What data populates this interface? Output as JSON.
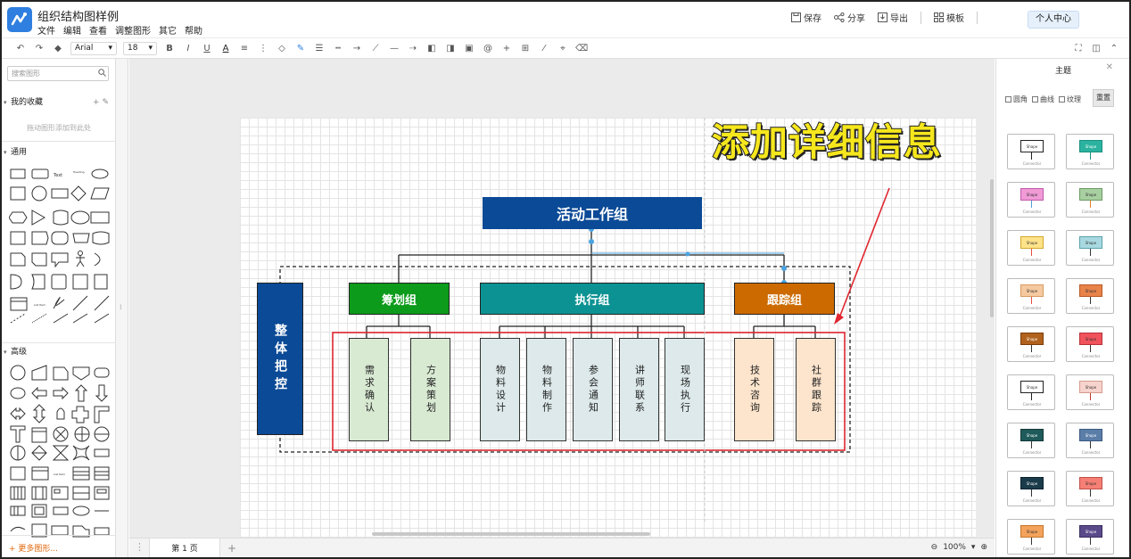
{
  "app": {
    "doc_title": "组织结构图样例",
    "menus": [
      "文件",
      "编辑",
      "查看",
      "调整图形",
      "其它",
      "帮助"
    ],
    "actions": {
      "save": "保存",
      "share": "分享",
      "export": "导出",
      "template": "模板",
      "user": "个人中心"
    }
  },
  "toolbar": {
    "font_family": "Arial",
    "font_size": "18"
  },
  "left_panel": {
    "search_placeholder": "搜索图形",
    "favorites": "我的收藏",
    "favorites_hint": "拖动图形添加到此处",
    "general": "通用",
    "advanced": "高级",
    "more_shapes": "+ 更多图形..."
  },
  "right_panel": {
    "title": "主题",
    "opt_round": "圆角",
    "opt_curve": "曲线",
    "opt_texture": "纹理",
    "reset": "重置",
    "themes": [
      {
        "fill": "#ffffff",
        "stroke": "#222222",
        "line": "#222222"
      },
      {
        "fill": "#2bb3a0",
        "stroke": "#1b8f80",
        "line": "#1b8f80"
      },
      {
        "fill": "#f09ad6",
        "stroke": "#c05aa8",
        "line": "#4a9fd8"
      },
      {
        "fill": "#a8cfa0",
        "stroke": "#6a9a62",
        "line": "#e67e22"
      },
      {
        "fill": "#ffe38a",
        "stroke": "#d2a82e",
        "line": "#e74c3c"
      },
      {
        "fill": "#a9d9e0",
        "stroke": "#5aa2ad",
        "line": "#333333"
      },
      {
        "fill": "#f6c9a0",
        "stroke": "#d79b63",
        "line": "#e74c3c"
      },
      {
        "fill": "#e8834a",
        "stroke": "#b95a23",
        "line": "#333333"
      },
      {
        "fill": "#b0621d",
        "stroke": "#7a3d0a",
        "line": "#333333"
      },
      {
        "fill": "#f0535b",
        "stroke": "#b83038",
        "line": "#333333"
      },
      {
        "fill": "#ffffff",
        "stroke": "#222222",
        "line": "#222222"
      },
      {
        "fill": "#f6d3cc",
        "stroke": "#d69a8d",
        "line": "#c0392b"
      },
      {
        "fill": "#1f5a5a",
        "stroke": "#123838",
        "line": "#333333"
      },
      {
        "fill": "#5a7ea8",
        "stroke": "#3a5a80",
        "line": "#333333"
      },
      {
        "fill": "#1a3b4a",
        "stroke": "#0d2230",
        "line": "#333333"
      },
      {
        "fill": "#f57f75",
        "stroke": "#c0504a",
        "line": "#333333"
      },
      {
        "fill": "#f3a35c",
        "stroke": "#c5762c",
        "line": "#333333"
      },
      {
        "fill": "#5a4a8a",
        "stroke": "#3a2e60",
        "line": "#333333"
      }
    ],
    "theme_shape_label": "Shape",
    "theme_connector_label": "Connector"
  },
  "diagram": {
    "root": "活动工作组",
    "overall": "整体把控",
    "groups": [
      {
        "label": "筹划组",
        "color": "#0c9b1a",
        "children": [
          "需求确认",
          "方案策划"
        ],
        "leaf_color": "#d9ead3"
      },
      {
        "label": "执行组",
        "color": "#0d9293",
        "children": [
          "物料设计",
          "物料制作",
          "参会通知",
          "讲师联系",
          "现场执行"
        ],
        "leaf_color": "#dde9ea"
      },
      {
        "label": "跟踪组",
        "color": "#cc6a00",
        "children": [
          "技术咨询",
          "社群跟踪"
        ],
        "leaf_color": "#fde4cc"
      }
    ],
    "root_color": "#0b4a96",
    "overall_color": "#0b4a96",
    "annotation": "添加详细信息"
  },
  "footer": {
    "page_tab": "第 1 页",
    "zoom": "100%"
  }
}
